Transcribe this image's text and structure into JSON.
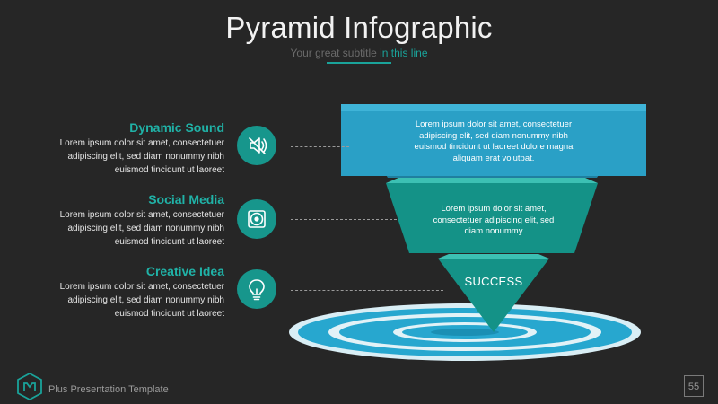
{
  "header": {
    "title": "Pyramid Infographic",
    "subtitle_part1": "Your great subtitle ",
    "subtitle_part2": "in this line"
  },
  "items": [
    {
      "title": "Dynamic Sound",
      "desc_lines": [
        "Lorem ipsum dolor sit amet, consectetuer",
        "adipiscing elit, sed diam nonummy nibh",
        "euismod tincidunt ut laoreet"
      ],
      "icon": "sound-muted-icon"
    },
    {
      "title": "Social Media",
      "desc_lines": [
        "Lorem ipsum dolor sit amet, consectetuer",
        "adipiscing elit, sed diam nonummy nibh",
        "euismod tincidunt ut laoreet"
      ],
      "icon": "disc-icon"
    },
    {
      "title": "Creative Idea",
      "desc_lines": [
        "Lorem ipsum dolor sit amet, consectetuer",
        "adipiscing elit, sed diam nonummy nibh",
        "euismod tincidunt ut laoreet"
      ],
      "icon": "lightbulb-icon"
    }
  ],
  "pyramid": {
    "tier1_lines": [
      "Lorem ipsum dolor sit amet, consectetuer",
      "adipiscing elit, sed diam nonummy nibh",
      "euismod tincidunt ut laoreet dolore magna",
      "aliquam erat volutpat."
    ],
    "tier2_lines": [
      "Lorem ipsum dolor sit amet,",
      "consectetuer adipiscing elit, sed",
      "diam nonummy"
    ],
    "tier3_label": "SUCCESS"
  },
  "footer": {
    "template_name": "Plus Presentation Template",
    "page_number": "55",
    "logo_icon": "hexagon-logo-icon"
  },
  "colors": {
    "background": "#262626",
    "teal": "#1aa39a",
    "teal_dark": "#17968c",
    "blue": "#2aa0c6",
    "blue_dark": "#1f7f9f"
  }
}
